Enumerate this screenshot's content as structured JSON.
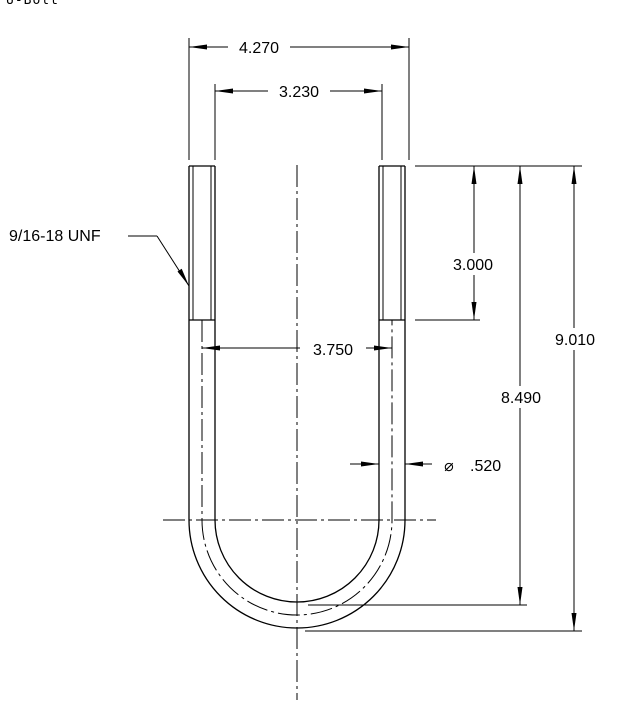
{
  "title": "U-Bolt",
  "thread_spec": "9/16-18 UNF",
  "dimensions": {
    "outer_width": "4.270",
    "inner_width": "3.230",
    "center_width": "3.750",
    "thread_length": "3.000",
    "inner_height": "8.490",
    "overall_height": "9.010",
    "diameter_symbol": "⌀",
    "diameter": ".520"
  }
}
